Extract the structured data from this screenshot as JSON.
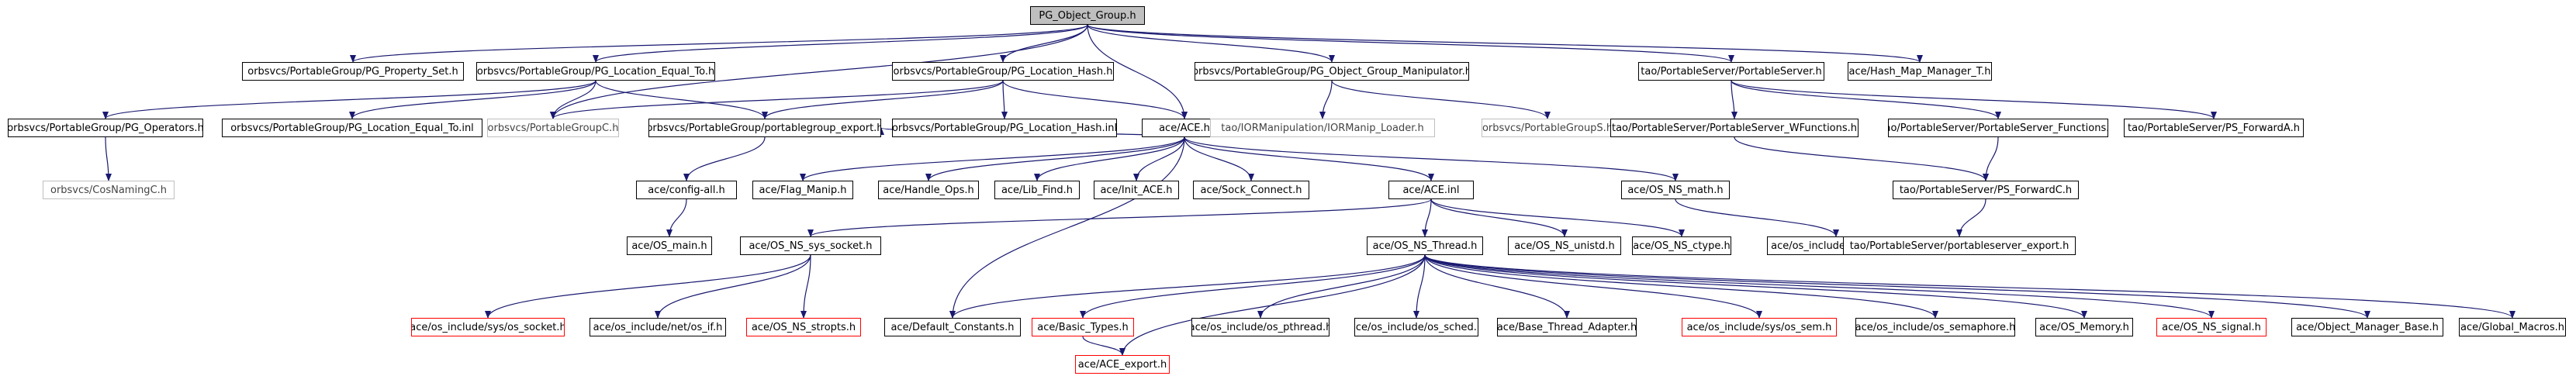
{
  "nodes": [
    {
      "id": "root",
      "label": "PG_Object_Group.h",
      "style": "root"
    },
    {
      "id": "propset",
      "label": "orbsvcs/PortableGroup/PG_Property_Set.h",
      "style": "normal"
    },
    {
      "id": "loceq",
      "label": "orbsvcs/PortableGroup/PG_Location_Equal_To.h",
      "style": "normal"
    },
    {
      "id": "lochash",
      "label": "orbsvcs/PortableGroup/PG_Location_Hash.h",
      "style": "normal"
    },
    {
      "id": "ogm",
      "label": "orbsvcs/PortableGroup/PG_Object_Group_Manipulator.h",
      "style": "normal"
    },
    {
      "id": "ps",
      "label": "tao/PortableServer/PortableServer.h",
      "style": "normal"
    },
    {
      "id": "hashmap",
      "label": "ace/Hash_Map_Manager_T.h",
      "style": "normal"
    },
    {
      "id": "pgops",
      "label": "orbsvcs/PortableGroup/PG_Operators.h",
      "style": "normal"
    },
    {
      "id": "loceqinl",
      "label": "orbsvcs/PortableGroup/PG_Location_Equal_To.inl",
      "style": "normal"
    },
    {
      "id": "pgc",
      "label": "orbsvcs/PortableGroupC.h",
      "style": "grey"
    },
    {
      "id": "pgexport",
      "label": "orbsvcs/PortableGroup/portablegroup_export.h",
      "style": "normal"
    },
    {
      "id": "lochashinl",
      "label": "orbsvcs/PortableGroup/PG_Location_Hash.inl",
      "style": "normal"
    },
    {
      "id": "aceh",
      "label": "ace/ACE.h",
      "style": "normal"
    },
    {
      "id": "iorloader",
      "label": "tao/IORManipulation/IORManip_Loader.h",
      "style": "grey"
    },
    {
      "id": "pgs",
      "label": "orbsvcs/PortableGroupS.h",
      "style": "grey"
    },
    {
      "id": "pswf",
      "label": "tao/PortableServer/PortableServer_WFunctions.h",
      "style": "normal"
    },
    {
      "id": "psf",
      "label": "tao/PortableServer/PortableServer_Functions.h",
      "style": "normal"
    },
    {
      "id": "psfa",
      "label": "tao/PortableServer/PS_ForwardA.h",
      "style": "normal"
    },
    {
      "id": "cosnaming",
      "label": "orbsvcs/CosNamingC.h",
      "style": "grey"
    },
    {
      "id": "configall",
      "label": "ace/config-all.h",
      "style": "normal"
    },
    {
      "id": "flagmanip",
      "label": "ace/Flag_Manip.h",
      "style": "normal"
    },
    {
      "id": "handleops",
      "label": "ace/Handle_Ops.h",
      "style": "normal"
    },
    {
      "id": "libfind",
      "label": "ace/Lib_Find.h",
      "style": "normal"
    },
    {
      "id": "initace",
      "label": "ace/Init_ACE.h",
      "style": "normal"
    },
    {
      "id": "sockconnect",
      "label": "ace/Sock_Connect.h",
      "style": "normal"
    },
    {
      "id": "aceinl",
      "label": "ace/ACE.inl",
      "style": "normal"
    },
    {
      "id": "osmath",
      "label": "ace/OS_NS_math.h",
      "style": "normal"
    },
    {
      "id": "psfc",
      "label": "tao/PortableServer/PS_ForwardC.h",
      "style": "normal"
    },
    {
      "id": "osmain",
      "label": "ace/OS_main.h",
      "style": "normal"
    },
    {
      "id": "syssocket",
      "label": "ace/OS_NS_sys_socket.h",
      "style": "normal"
    },
    {
      "id": "osthread",
      "label": "ace/OS_NS_Thread.h",
      "style": "normal"
    },
    {
      "id": "unistd",
      "label": "ace/OS_NS_unistd.h",
      "style": "normal"
    },
    {
      "id": "ctype",
      "label": "ace/OS_NS_ctype.h",
      "style": "normal"
    },
    {
      "id": "incmath",
      "label": "ace/os_include/os_math.h",
      "style": "normal"
    },
    {
      "id": "psexport",
      "label": "tao/PortableServer/portableserver_export.h",
      "style": "normal"
    },
    {
      "id": "ossocket",
      "label": "ace/os_include/sys/os_socket.h",
      "style": "red"
    },
    {
      "id": "netif",
      "label": "ace/os_include/net/os_if.h",
      "style": "normal"
    },
    {
      "id": "stropts",
      "label": "ace/OS_NS_stropts.h",
      "style": "red"
    },
    {
      "id": "defconst",
      "label": "ace/Default_Constants.h",
      "style": "normal"
    },
    {
      "id": "basictypes",
      "label": "ace/Basic_Types.h",
      "style": "red"
    },
    {
      "id": "pthread",
      "label": "ace/os_include/os_pthread.h",
      "style": "normal"
    },
    {
      "id": "sched",
      "label": "ace/os_include/os_sched.h",
      "style": "normal"
    },
    {
      "id": "basethread",
      "label": "ace/Base_Thread_Adapter.h",
      "style": "normal"
    },
    {
      "id": "syssem",
      "label": "ace/os_include/sys/os_sem.h",
      "style": "red"
    },
    {
      "id": "semaphore",
      "label": "ace/os_include/os_semaphore.h",
      "style": "normal"
    },
    {
      "id": "osmemory",
      "label": "ace/OS_Memory.h",
      "style": "normal"
    },
    {
      "id": "signal",
      "label": "ace/OS_NS_signal.h",
      "style": "red"
    },
    {
      "id": "objmgr",
      "label": "ace/Object_Manager_Base.h",
      "style": "normal"
    },
    {
      "id": "globalmacros",
      "label": "ace/Global_Macros.h",
      "style": "normal"
    },
    {
      "id": "aceexport",
      "label": "ace/ACE_export.h",
      "style": "red"
    }
  ],
  "colors": {
    "edge": "#191970",
    "root_fill": "#bfbfbf",
    "missing_border": "#ff0000",
    "external_border": "#bfbfbf"
  }
}
